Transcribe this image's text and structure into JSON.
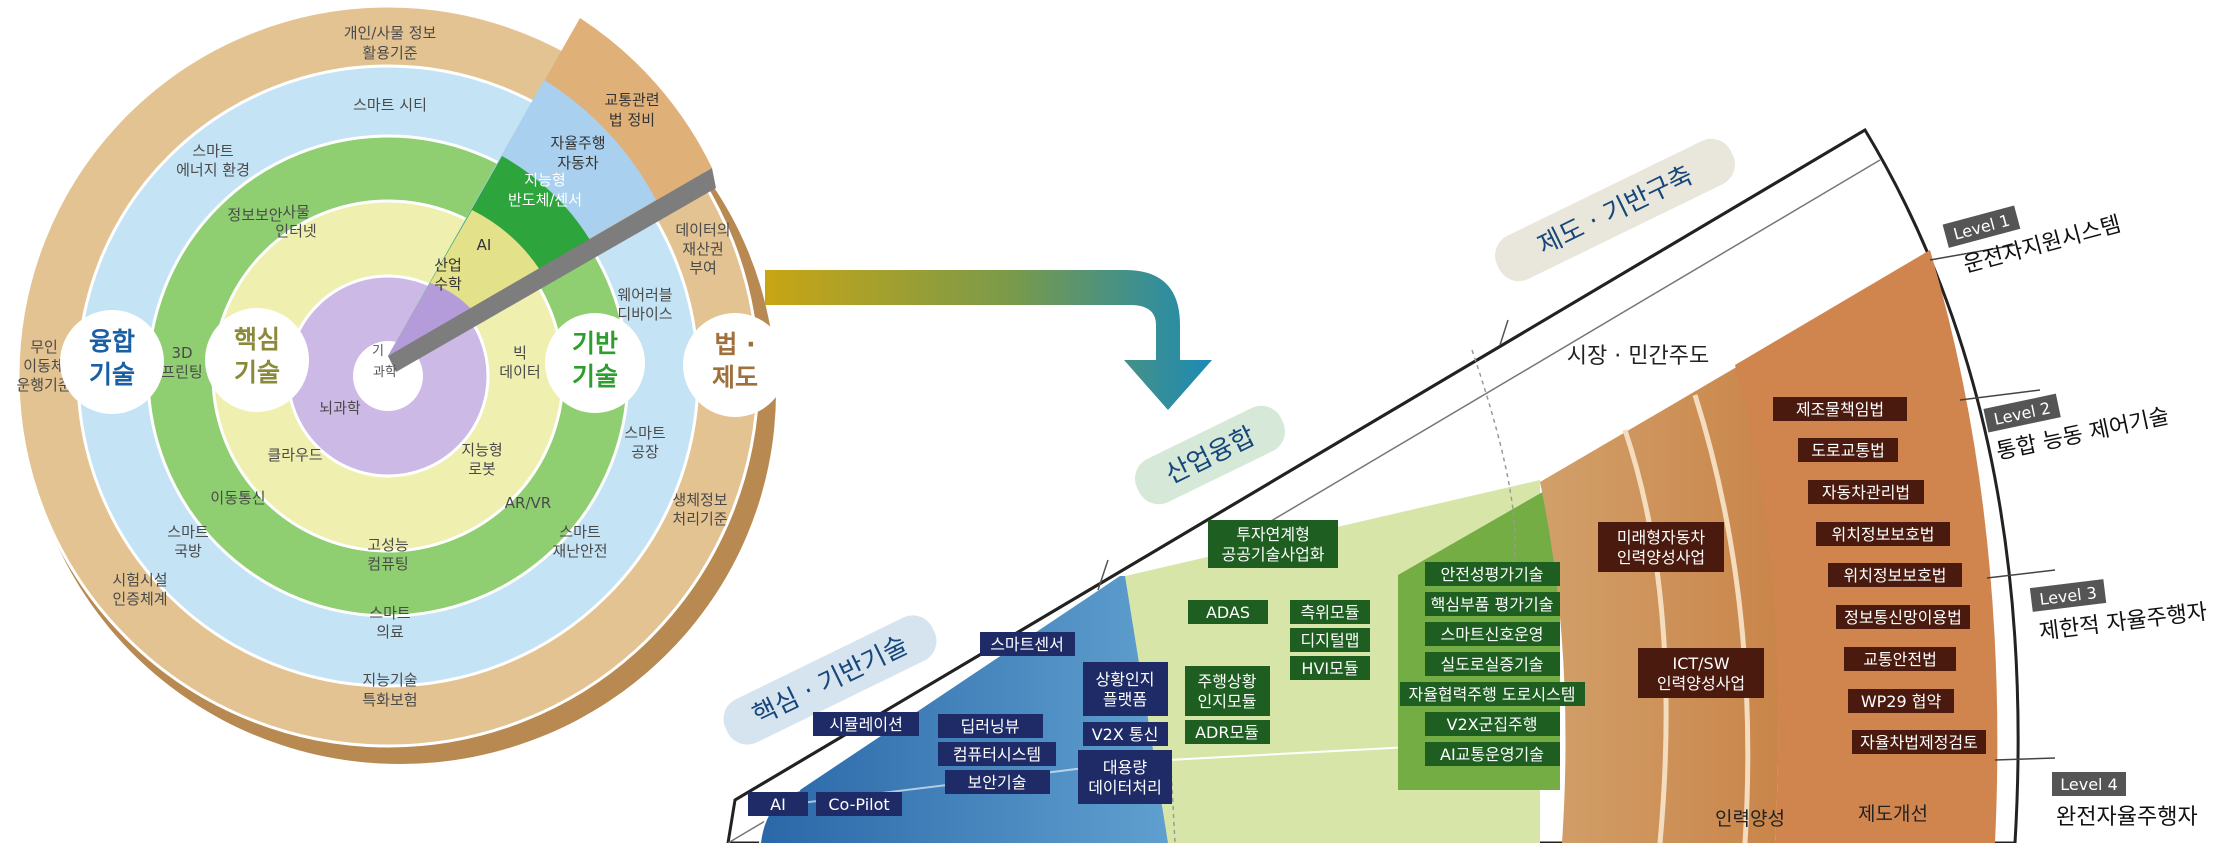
{
  "wheel": {
    "outer_ring": [
      "개인/사물 정보",
      "활용기준",
      "데이터의",
      "재산권",
      "부여",
      "생체정보",
      "처리기준",
      "지능기술",
      "특화보험",
      "시험시설",
      "인증체계",
      "무인",
      "이동체",
      "운행기준"
    ],
    "outer_ring_slice": [
      "교통관련",
      "법 정비"
    ],
    "blue_ring": [
      "스마트 시티",
      "스마트",
      "에너지 환경",
      "웨어러블",
      "디바이스",
      "스마트",
      "공장",
      "스마트",
      "재난안전",
      "스마트",
      "의료",
      "스마트",
      "국방"
    ],
    "blue_ring_slice": [
      "자율주행",
      "자동차"
    ],
    "green_ring": [
      "정보보안",
      "3D",
      "프린팅",
      "이동통신",
      "고성능",
      "컴퓨팅",
      "AR/VR",
      "지능형",
      "로봇",
      "빅",
      "데이터"
    ],
    "green_ring_slice": [
      "지능형",
      "반도체/센서"
    ],
    "yellow_ring": [
      "사물",
      "인터넷",
      "클라우드",
      "뇌과학"
    ],
    "yellow_ring_slice": [
      "AI"
    ],
    "purple_slice": [
      "산업",
      "수학"
    ],
    "center": [
      "기",
      "과학"
    ],
    "badges": [
      {
        "line1": "융합",
        "line2": "기술",
        "color": "#1a5fa3"
      },
      {
        "line1": "핵심",
        "line2": "기술",
        "color": "#8a8a3a"
      },
      {
        "line1": "기반",
        "line2": "기술",
        "color": "#2e9e2e"
      },
      {
        "line1": "법 ·",
        "line2": "제도",
        "color": "#a0703c"
      }
    ]
  },
  "fan": {
    "section_tags": {
      "core": "핵심 · 기반기술",
      "industry": "산업융합",
      "institution": "제도 · 기반구축"
    },
    "market_label": "시장 · 민간주도",
    "hr_label": "인력양성",
    "reform_label": "제도개선",
    "blue_items": [
      "스마트센서",
      "시뮬레이션",
      "상황인지 플랫폼",
      "딥러닝뷰",
      "컴퓨터시스템",
      "V2X 통신",
      "보안기술",
      "대용량 데이터처리",
      "AI",
      "Co-Pilot"
    ],
    "pale_green_items": [
      "투자연계형 공공기술사업화",
      "ADAS",
      "측위모듈",
      "디지털맵",
      "주행상황 인지모듈",
      "HVI모듈",
      "ADR모듈"
    ],
    "green_items": [
      "안전성평가기술",
      "핵심부품 평가기술",
      "스마트신호운영",
      "실도로실증기술",
      "자율협력주행 도로시스템",
      "V2X군집주행",
      "AI교통운영기술"
    ],
    "hr_items": [
      "미래형자동차 인력양성사업",
      "ICT/SW 인력양성사업"
    ],
    "reform_items": [
      "제조물책임법",
      "도로교통법",
      "자동차관리법",
      "위치정보보호법",
      "위치정보보호법",
      "정보통신망이용법",
      "교통안전법",
      "WP29 협약",
      "자율차법제정검토"
    ],
    "levels": [
      {
        "badge": "Level 1",
        "title": "운전자지원시스템"
      },
      {
        "badge": "Level 2",
        "title": "통합 능동 제어기술"
      },
      {
        "badge": "Level 3",
        "title": "제한적 자율주행자"
      },
      {
        "badge": "Level 4",
        "title": "완전자율주행자"
      }
    ]
  },
  "colors": {
    "outer_ring": "#e3c391",
    "blue_ring": "#bfe0f2",
    "green_ring": "#8fcf72",
    "yellow_ring": "#efefb0",
    "purple": "#cbb7e3",
    "tag_dark_blue": "#1f2b66",
    "tag_dark_green": "#1e5e20",
    "tag_dark_brown": "#4a1a0e"
  }
}
